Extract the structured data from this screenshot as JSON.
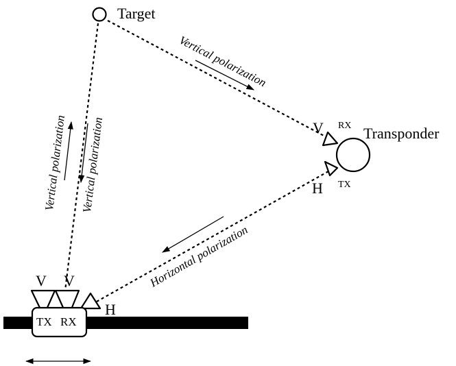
{
  "nodes": {
    "target": "Target",
    "transponder": "Transponder"
  },
  "antenna_labels": {
    "transponder_rx_pol": "V",
    "transponder_rx_tag": "RX",
    "transponder_tx_pol": "H",
    "transponder_tx_tag": "TX",
    "radar_tx_pol": "V",
    "radar_rx_pol": "V",
    "radar_h_pol": "H",
    "radar_tx_tag": "TX",
    "radar_rx_tag": "RX"
  },
  "links": {
    "target_to_transponder": "Vertical polarization",
    "radar_to_target_up": "Vertical polarization",
    "target_to_radar_down": "Vertical polarization",
    "transponder_to_radar": "Horizontal polarization"
  },
  "colors": {
    "line": "#000000",
    "background": "#ffffff",
    "ground": "#000000"
  }
}
